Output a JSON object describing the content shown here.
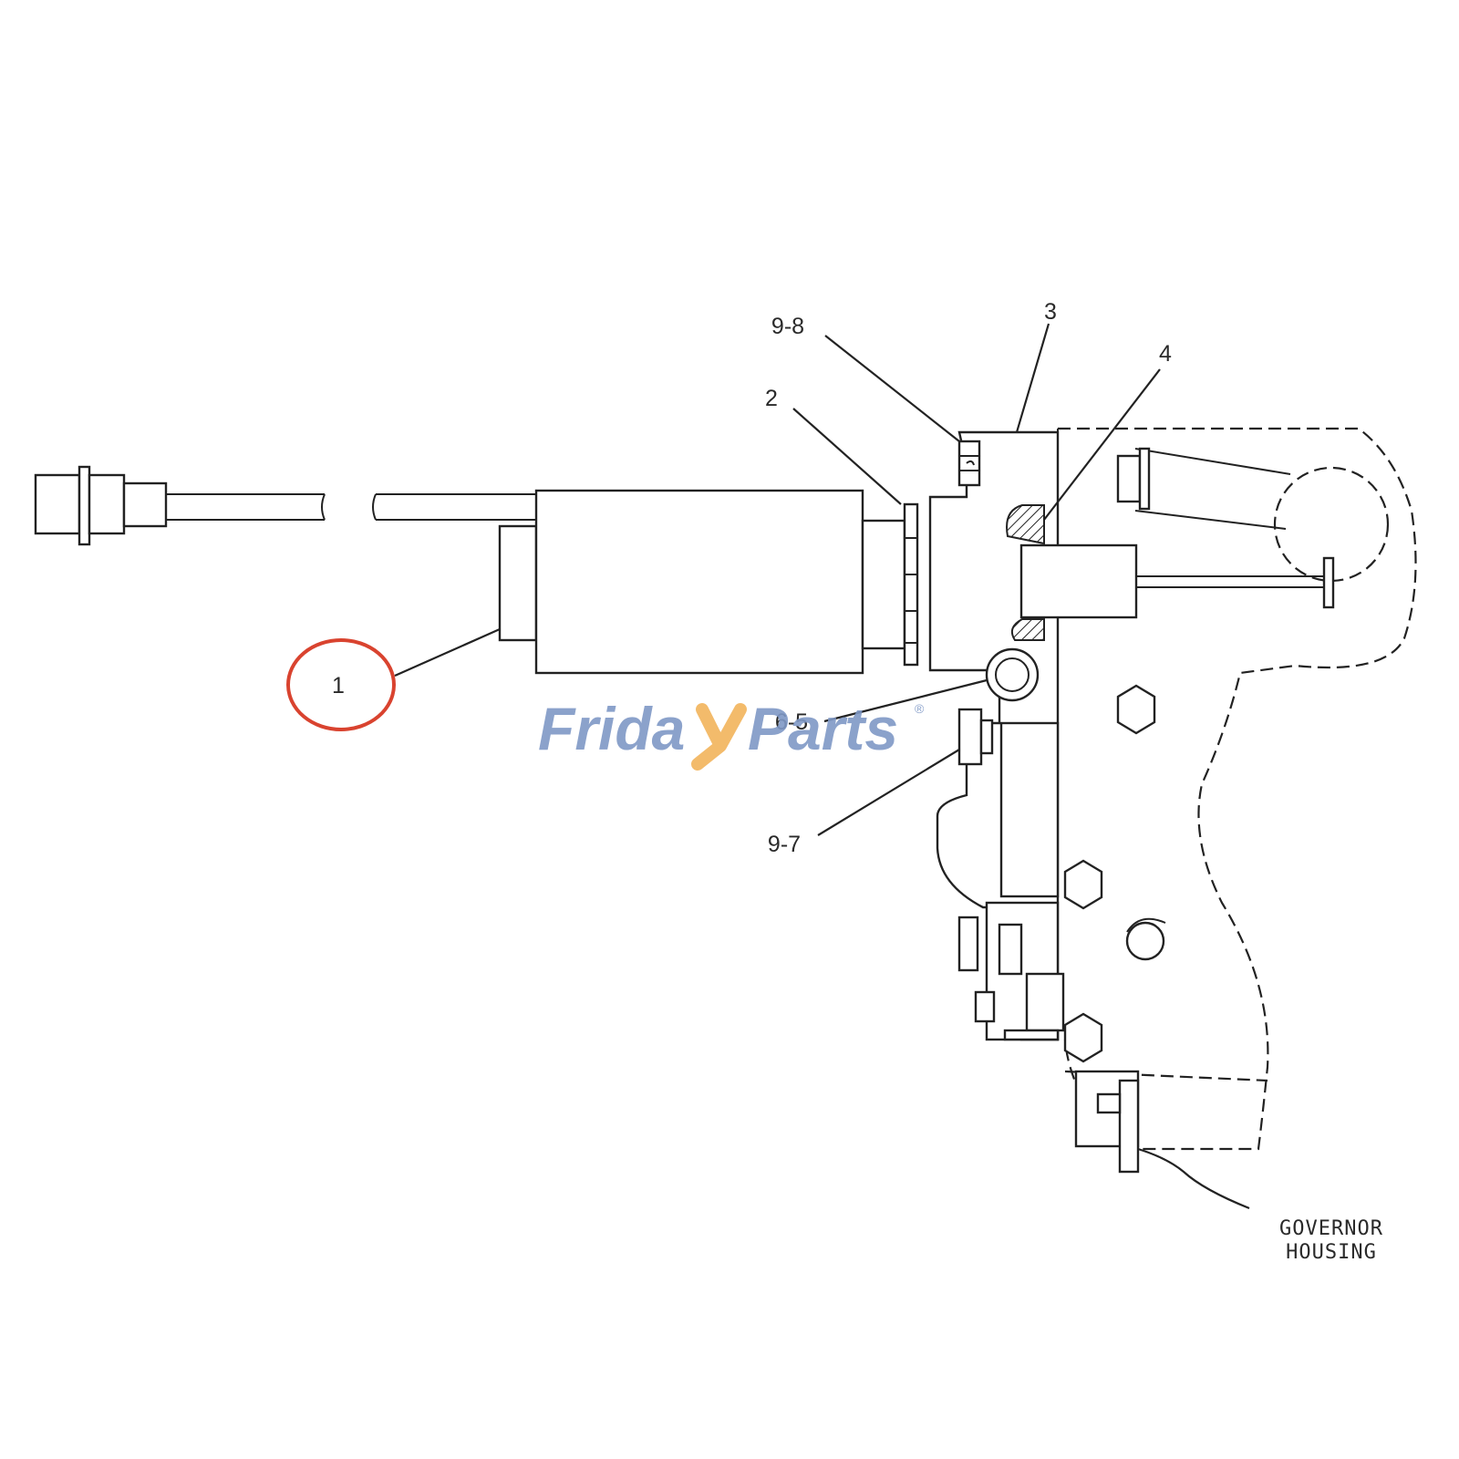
{
  "callouts": {
    "c1": "1",
    "c2": "2",
    "c3": "3",
    "c4": "4",
    "c65": "6-5",
    "c97": "9-7",
    "c98": "9-8"
  },
  "housing_label": [
    "GOVERNOR",
    "HOUSING"
  ],
  "watermark": {
    "part1": "Frida",
    "part2": "Parts",
    "registered": "®"
  },
  "colors": {
    "line": "#222222",
    "highlight_circle": "#d9432f",
    "watermark_blue": "#7f98c6",
    "watermark_orange": "#f2b45c"
  },
  "highlighted_callout": "1"
}
